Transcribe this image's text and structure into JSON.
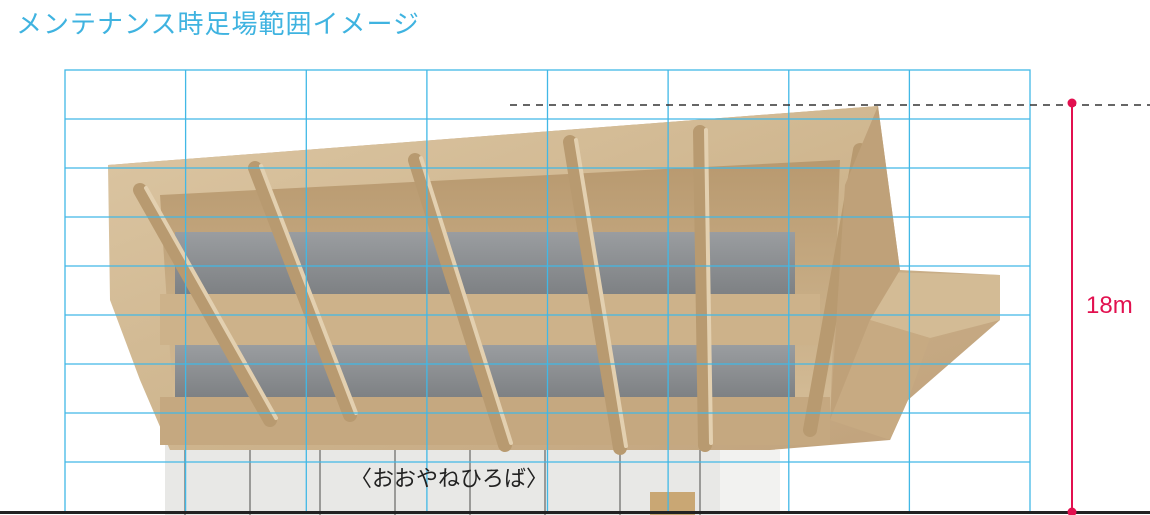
{
  "title": "メンテナンス時足場範囲イメージ",
  "building_caption": "〈おおやねひろば〉",
  "height_label": "18m",
  "colors": {
    "title": "#3fb3e0",
    "grid": "#41b8e6",
    "dimension": "#e2104f",
    "reference_line": "#333333",
    "wood_light": "#d9c3a0",
    "wood_mid": "#c8ab82",
    "wood_dark": "#a98a60",
    "glass": "#8c8f92",
    "ground": "#222222"
  },
  "scaffold": {
    "columns": 8,
    "rows": 9
  }
}
